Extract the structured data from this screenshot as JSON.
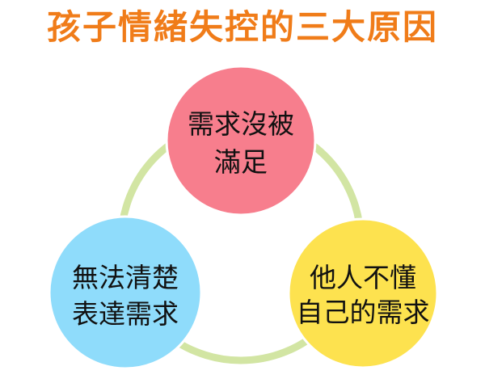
{
  "title": "孩子情緒失控的三大原因",
  "colors": {
    "title": "#f07c19",
    "ring": "#d2e5a3",
    "node_top": "#f77e8d",
    "node_left": "#8fdcfb",
    "node_right": "#fde24f",
    "node_stroke": "#ffffff",
    "text": "#111111"
  },
  "nodes": [
    {
      "id": "top",
      "lines": [
        "需求沒被",
        "滿足"
      ]
    },
    {
      "id": "left",
      "lines": [
        "無法清楚",
        "表達需求"
      ]
    },
    {
      "id": "right",
      "lines": [
        "他人不懂",
        "自己的需求"
      ]
    }
  ]
}
